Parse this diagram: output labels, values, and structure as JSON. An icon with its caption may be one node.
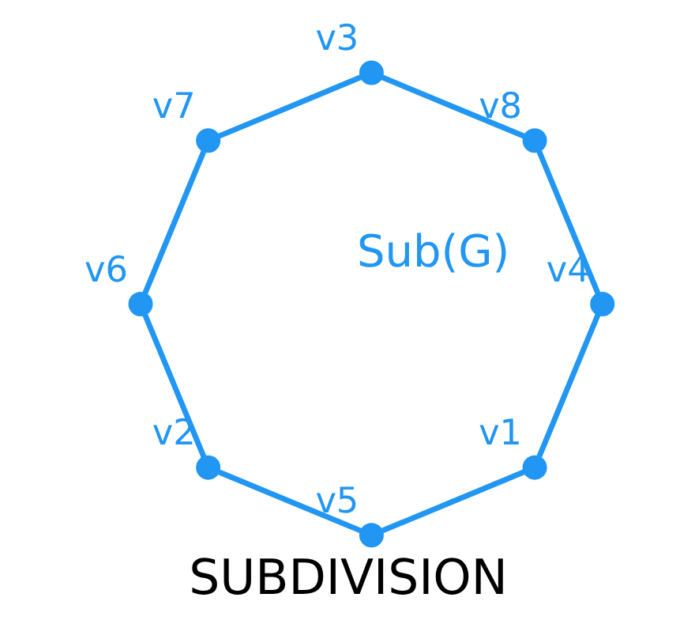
{
  "diagram": {
    "caption": "SUBDIVISION",
    "nodes": [
      {
        "text": [],
        "shape": "circle",
        "beside": [
          "v1"
        ]
      },
      {
        "text": [],
        "shape": "circle",
        "beside": [
          "v5"
        ]
      },
      {
        "text": [],
        "shape": "circle",
        "beside": [
          "v2"
        ]
      },
      {
        "text": [],
        "shape": "circle",
        "beside": [
          "v4"
        ]
      },
      {
        "text": [],
        "shape": "circle",
        "beside": [
          "v6"
        ]
      },
      {
        "text": [],
        "shape": "circle",
        "beside": [
          "v8"
        ]
      },
      {
        "text": [],
        "shape": "circle",
        "beside": [
          "v7"
        ]
      },
      {
        "text": [],
        "shape": "circle",
        "beside": [
          "v3"
        ]
      }
    ],
    "edges": [
      {
        "from": 0,
        "to": 1,
        "arrow": "none"
      },
      {
        "from": 1,
        "to": 2,
        "arrow": "none"
      },
      {
        "from": 2,
        "to": 4,
        "arrow": "none"
      },
      {
        "from": 4,
        "to": 6,
        "arrow": "none"
      },
      {
        "from": 6,
        "to": 7,
        "arrow": "none"
      },
      {
        "from": 7,
        "to": 5,
        "arrow": "none"
      },
      {
        "from": 5,
        "to": 3,
        "arrow": "none"
      },
      {
        "from": 3,
        "to": 0,
        "arrow": "none"
      }
    ],
    "labels": [
      "Sub(G)"
    ]
  }
}
